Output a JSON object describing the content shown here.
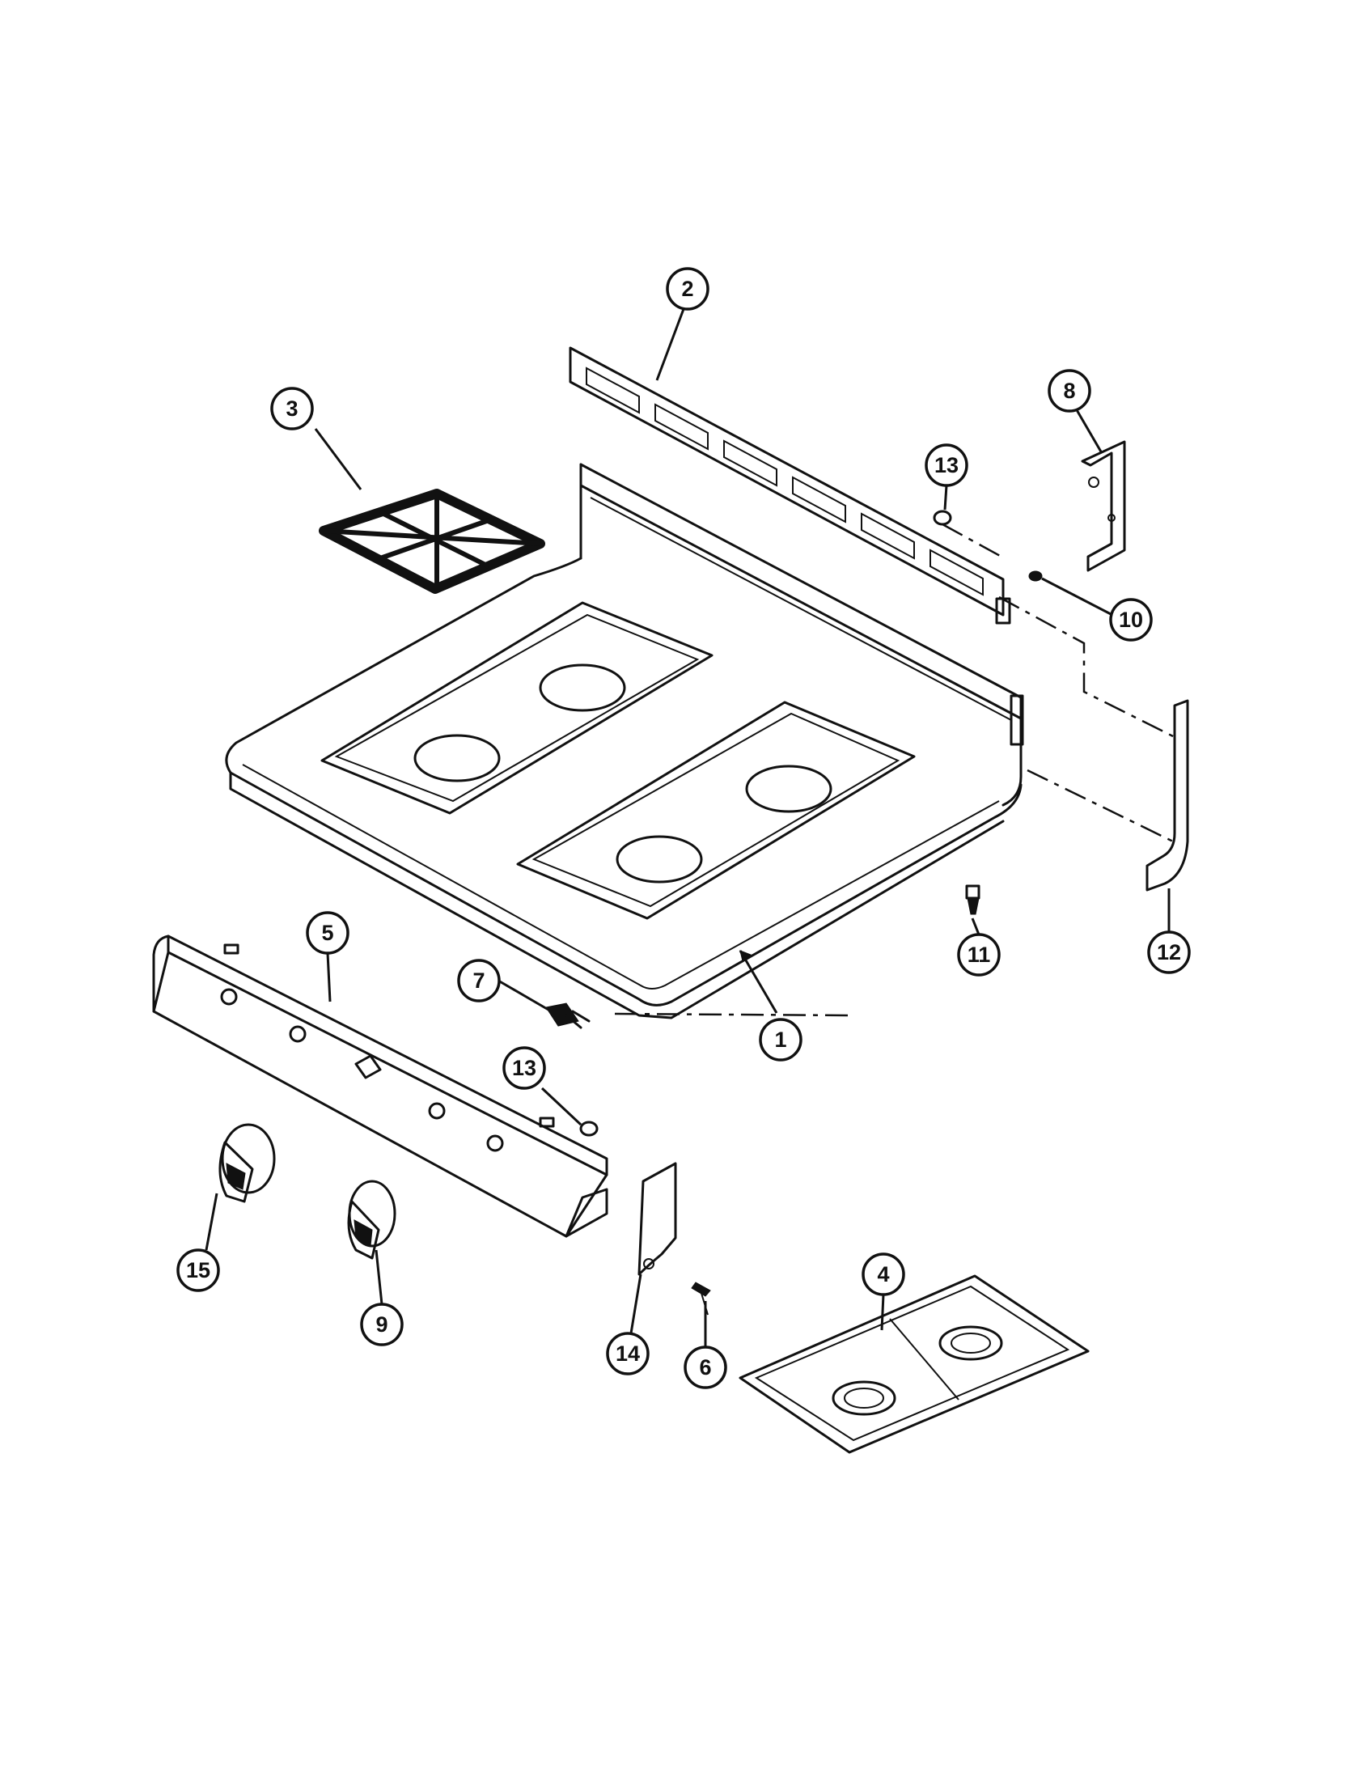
{
  "diagram": {
    "callouts": [
      {
        "id": "c1",
        "label": "1"
      },
      {
        "id": "c2",
        "label": "2"
      },
      {
        "id": "c3",
        "label": "3"
      },
      {
        "id": "c4",
        "label": "4"
      },
      {
        "id": "c5",
        "label": "5"
      },
      {
        "id": "c6",
        "label": "6"
      },
      {
        "id": "c7",
        "label": "7"
      },
      {
        "id": "c8",
        "label": "8"
      },
      {
        "id": "c9",
        "label": "9"
      },
      {
        "id": "c10",
        "label": "10"
      },
      {
        "id": "c11",
        "label": "11"
      },
      {
        "id": "c12",
        "label": "12"
      },
      {
        "id": "c13a",
        "label": "13"
      },
      {
        "id": "c13b",
        "label": "13"
      },
      {
        "id": "c14",
        "label": "14"
      },
      {
        "id": "c15",
        "label": "15"
      }
    ]
  }
}
